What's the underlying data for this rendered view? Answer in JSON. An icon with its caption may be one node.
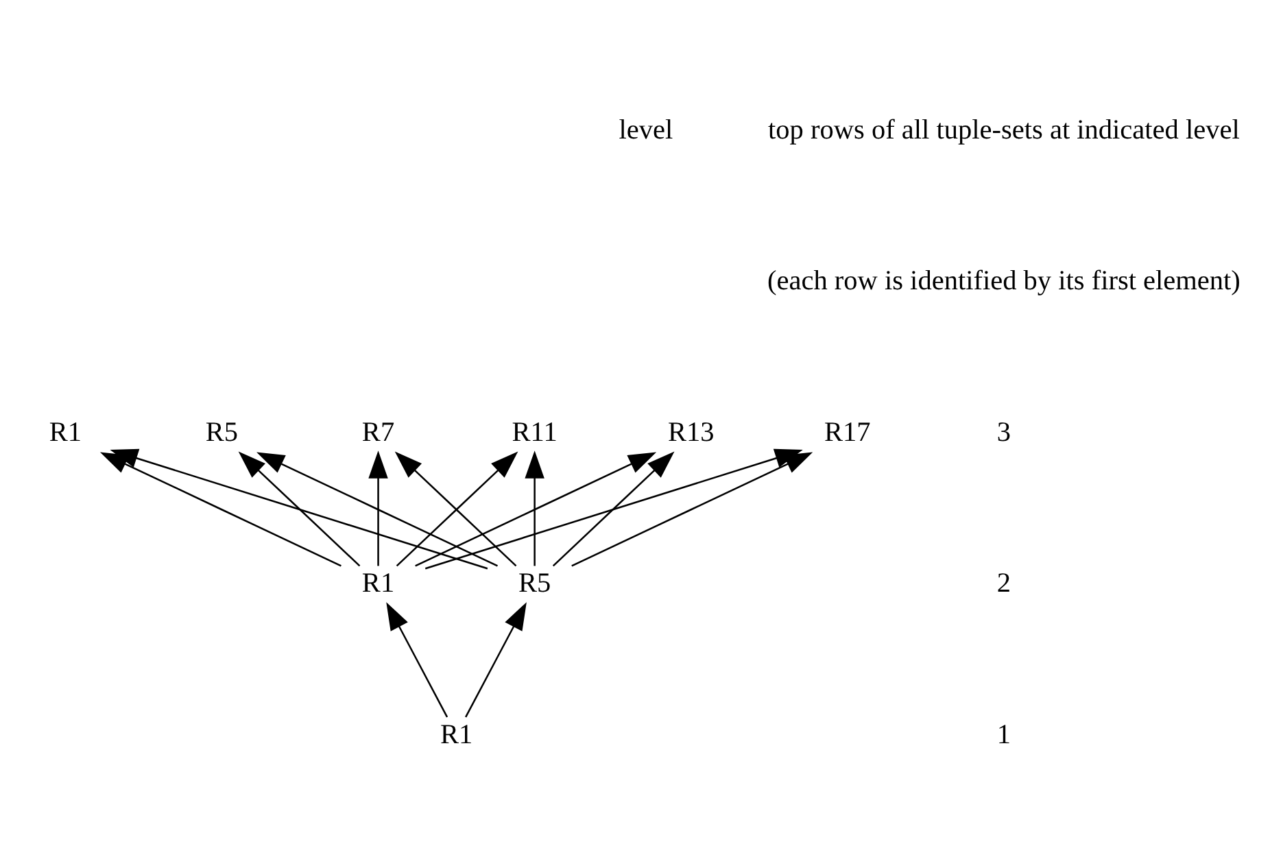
{
  "diagram": {
    "nodes": [
      {
        "text": [
          "R1"
        ]
      },
      {
        "text": [
          "R5"
        ]
      },
      {
        "text": [
          "R7"
        ]
      },
      {
        "text": [
          "R11"
        ]
      },
      {
        "text": [
          "R13"
        ]
      },
      {
        "text": [
          "R17"
        ]
      },
      {
        "text": [
          "R1"
        ]
      },
      {
        "text": [
          "R5"
        ]
      },
      {
        "text": [
          "R1"
        ]
      }
    ],
    "edges": [
      {
        "from": 8,
        "to": 6,
        "arrow": "to"
      },
      {
        "from": 8,
        "to": 7,
        "arrow": "to"
      },
      {
        "from": 6,
        "to": 0,
        "arrow": "to"
      },
      {
        "from": 6,
        "to": 1,
        "arrow": "to"
      },
      {
        "from": 6,
        "to": 2,
        "arrow": "to"
      },
      {
        "from": 6,
        "to": 3,
        "arrow": "to"
      },
      {
        "from": 6,
        "to": 4,
        "arrow": "to"
      },
      {
        "from": 6,
        "to": 5,
        "arrow": "to"
      },
      {
        "from": 7,
        "to": 0,
        "arrow": "to"
      },
      {
        "from": 7,
        "to": 1,
        "arrow": "to"
      },
      {
        "from": 7,
        "to": 2,
        "arrow": "to"
      },
      {
        "from": 7,
        "to": 3,
        "arrow": "to"
      },
      {
        "from": 7,
        "to": 4,
        "arrow": "to"
      },
      {
        "from": 7,
        "to": 5,
        "arrow": "to"
      }
    ],
    "labels": [
      "level",
      "top rows of all tuple-sets at indicated level",
      "(each row is identified by its first element)",
      "3",
      "2",
      "1"
    ]
  }
}
